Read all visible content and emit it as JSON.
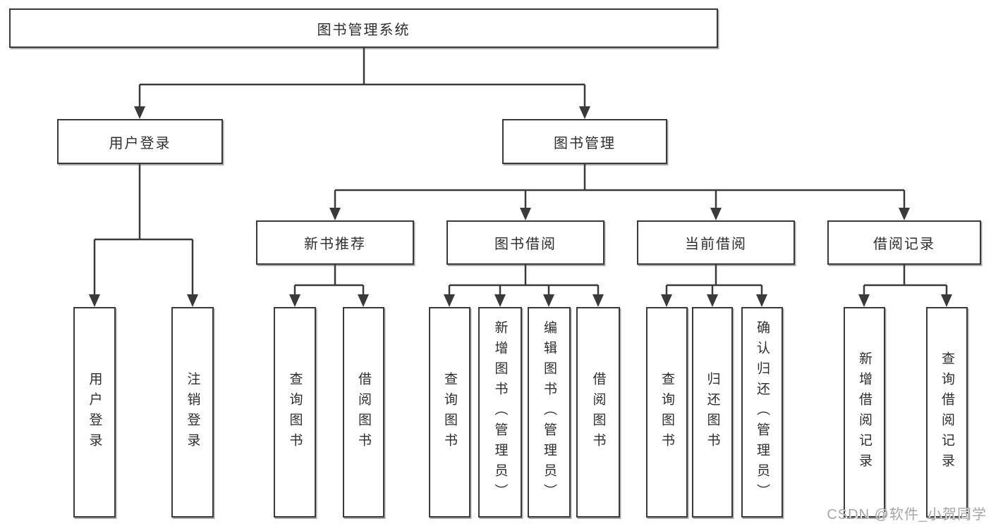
{
  "diagram": {
    "root": {
      "label": "图书管理系统",
      "children": [
        {
          "label": "用户登录",
          "children": [
            {
              "label": "用户登录"
            },
            {
              "label": "注销登录"
            }
          ]
        },
        {
          "label": "图书管理",
          "children": [
            {
              "label": "新书推荐",
              "children": [
                {
                  "label": "查询图书"
                },
                {
                  "label": "借阅图书"
                }
              ]
            },
            {
              "label": "图书借阅",
              "children": [
                {
                  "label": "查询图书"
                },
                {
                  "label": "新增图书（管理员）"
                },
                {
                  "label": "编辑图书（管理员）"
                },
                {
                  "label": "借阅图书"
                }
              ]
            },
            {
              "label": "当前借阅",
              "children": [
                {
                  "label": "查询图书"
                },
                {
                  "label": "归还图书"
                },
                {
                  "label": "确认归还（管理员）"
                }
              ]
            },
            {
              "label": "借阅记录",
              "children": [
                {
                  "label": "新增借阅记录"
                },
                {
                  "label": "查询借阅记录"
                }
              ]
            }
          ]
        }
      ]
    },
    "colors": {
      "line": "#3a3a3a",
      "border": "#3a3a3a",
      "text": "#2e2e2e",
      "background": "#ffffff",
      "watermark": "#a6a6a6"
    }
  },
  "watermark": {
    "text": "CSDN @软件_小贺同学"
  }
}
